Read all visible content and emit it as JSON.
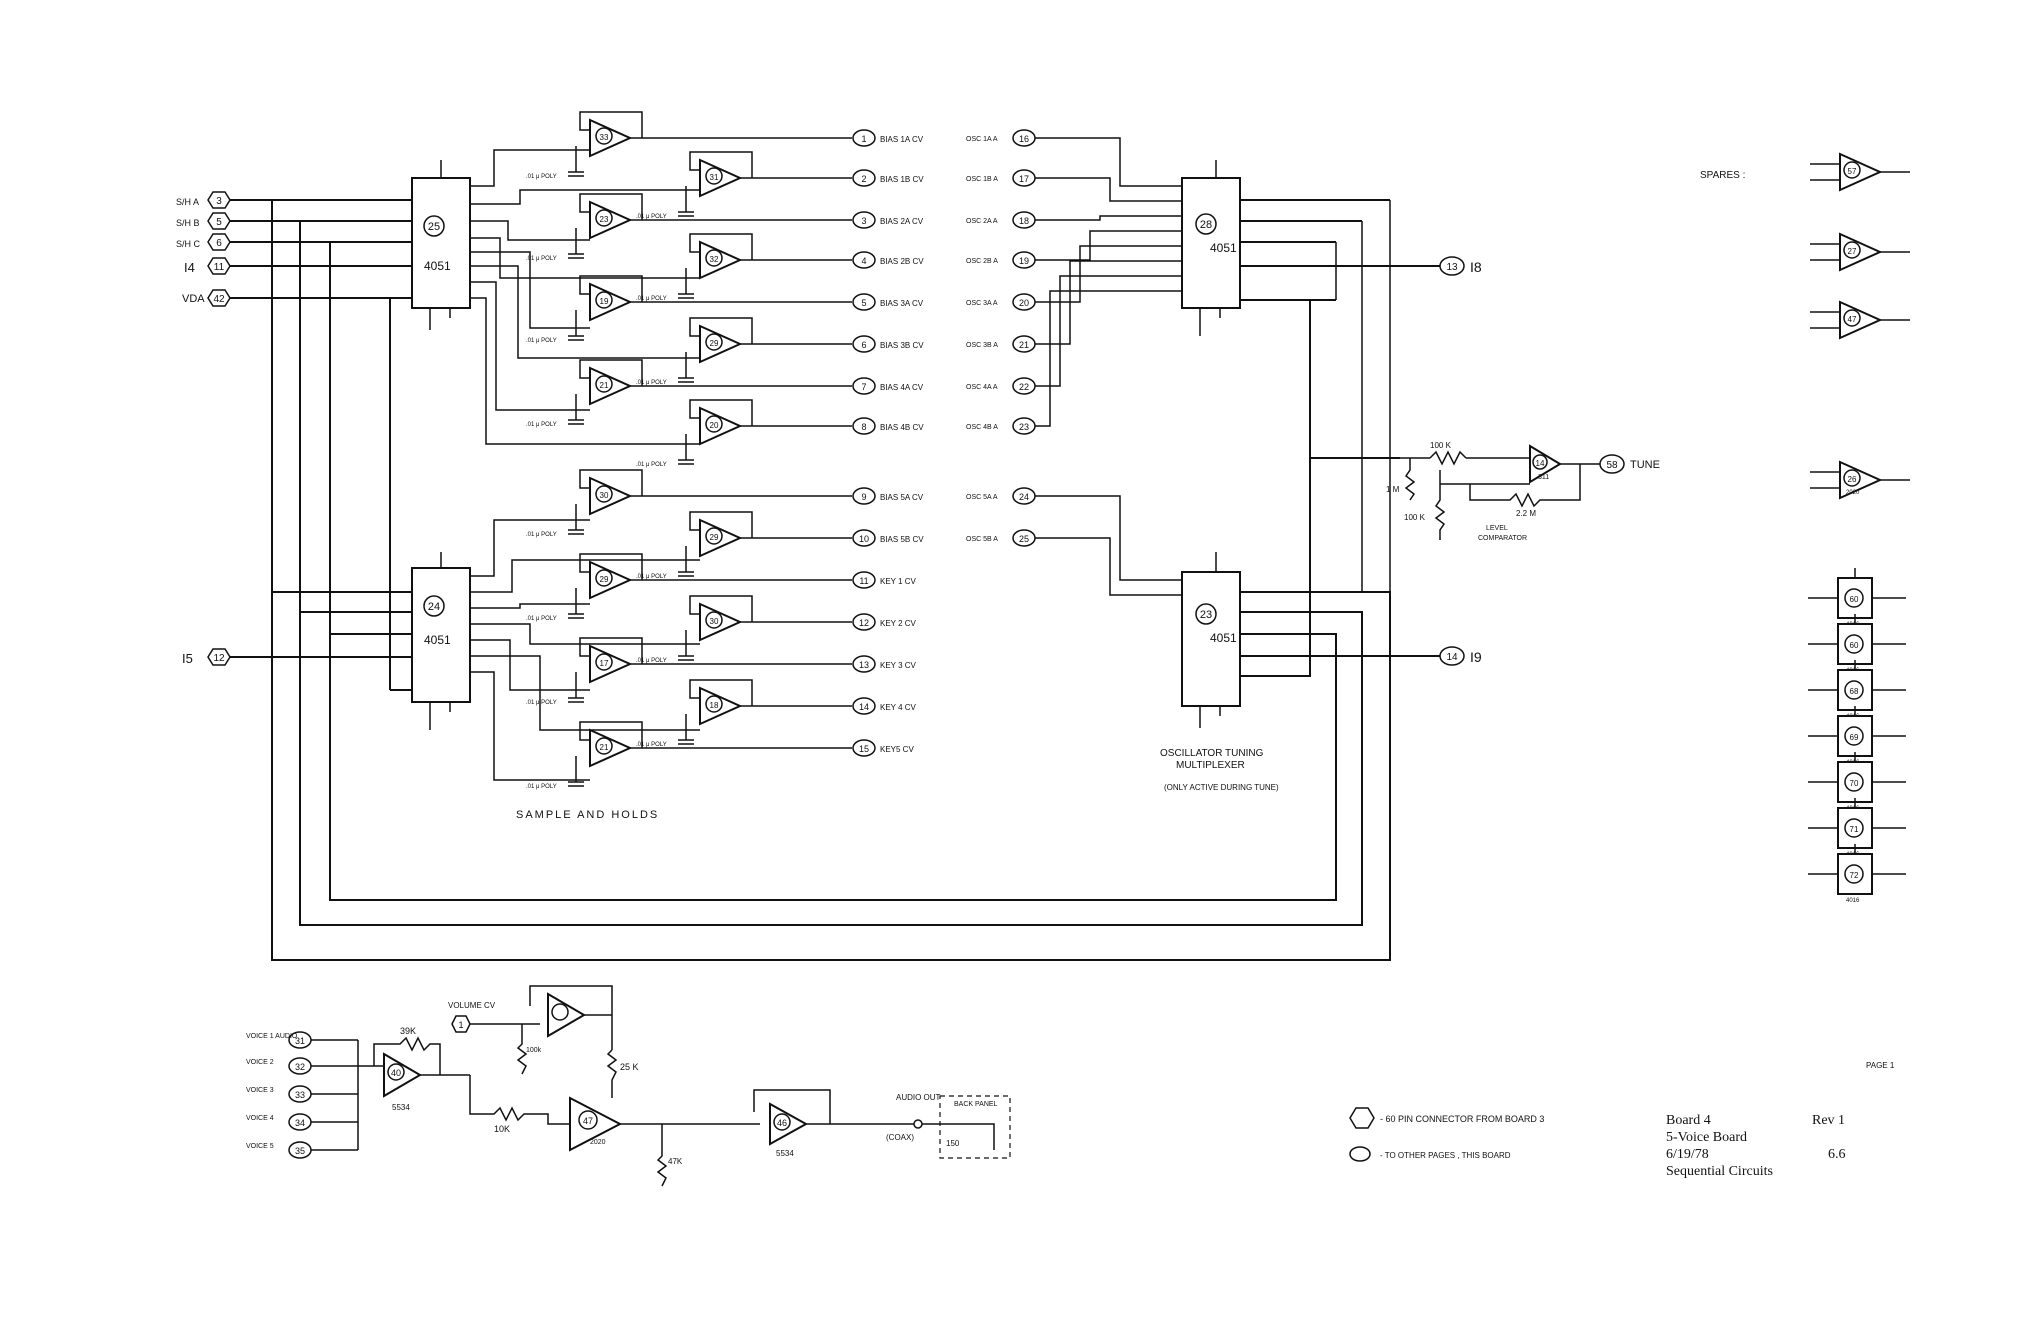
{
  "chips": {
    "mux_top": {
      "id": "25",
      "part": "4051"
    },
    "mux_bottom": {
      "id": "24",
      "part": "4051"
    },
    "osc_mux_top": {
      "id": "28",
      "part": "4051"
    },
    "osc_mux_bottom": {
      "id": "23",
      "part": "4051"
    },
    "comparator": {
      "id": "14",
      "part": "311"
    },
    "vca": {
      "id": "47",
      "part": "2020"
    },
    "mixer": {
      "id": "40",
      "part": "5534"
    },
    "buffer": {
      "id": "46",
      "part": "5534"
    }
  },
  "inputs": {
    "sha": {
      "label": "S/H A",
      "num": "3"
    },
    "shb": {
      "label": "S/H B",
      "num": "5"
    },
    "shc": {
      "label": "S/H C",
      "num": "6"
    },
    "i4": {
      "label": "I4",
      "num": "11"
    },
    "vdac": {
      "label": "VDA",
      "num": "42"
    },
    "i5": {
      "label": "I5",
      "num": "12"
    }
  },
  "sample_hold_outputs": [
    {
      "num": "1",
      "label": "BIAS 1A CV",
      "amp": "33"
    },
    {
      "num": "2",
      "label": "BIAS 1B CV",
      "amp": "31"
    },
    {
      "num": "3",
      "label": "BIAS 2A CV",
      "amp": "23"
    },
    {
      "num": "4",
      "label": "BIAS 2B CV",
      "amp": "32"
    },
    {
      "num": "5",
      "label": "BIAS 3A CV",
      "amp": "19"
    },
    {
      "num": "6",
      "label": "BIAS 3B CV",
      "amp": "29"
    },
    {
      "num": "7",
      "label": "BIAS 4A CV",
      "amp": "21"
    },
    {
      "num": "8",
      "label": "BIAS 4B CV",
      "amp": "20"
    },
    {
      "num": "9",
      "label": "BIAS 5A CV",
      "amp": "30"
    },
    {
      "num": "10",
      "label": "BIAS 5B CV",
      "amp": "29"
    },
    {
      "num": "11",
      "label": "KEY 1 CV",
      "amp": "29"
    },
    {
      "num": "12",
      "label": "KEY 2 CV",
      "amp": "30"
    },
    {
      "num": "13",
      "label": "KEY 3 CV",
      "amp": "17"
    },
    {
      "num": "14",
      "label": "KEY 4 CV",
      "amp": "18"
    },
    {
      "num": "15",
      "label": "KEY5 CV",
      "amp": "21"
    }
  ],
  "osc_inputs": [
    {
      "label": "OSC 1A A",
      "num": "16"
    },
    {
      "label": "OSC 1B A",
      "num": "17"
    },
    {
      "label": "OSC 2A A",
      "num": "18"
    },
    {
      "label": "OSC 2B A",
      "num": "19"
    },
    {
      "label": "OSC 3A A",
      "num": "20"
    },
    {
      "label": "OSC 3B A",
      "num": "21"
    },
    {
      "label": "OSC 4A A",
      "num": "22"
    },
    {
      "label": "OSC 4B A",
      "num": "23"
    },
    {
      "label": "OSC 5A A",
      "num": "24"
    },
    {
      "label": "OSC 5B A",
      "num": "25"
    }
  ],
  "osc_mux_outputs": {
    "i8": {
      "num": "13",
      "label": "I8"
    },
    "i9": {
      "num": "14",
      "label": "I9"
    }
  },
  "comparator": {
    "r_in": "100 K",
    "r_pot": "1 M",
    "r_gnd": "100 K",
    "r_fb": "2.2 M",
    "label_1": "LEVEL",
    "label_2": "COMPARATOR",
    "out_num": "58",
    "out_label": "TUNE"
  },
  "labels": {
    "sample_and_holds": "SAMPLE AND HOLDS",
    "osc_mux_title_1": "OSCILLATOR TUNING",
    "osc_mux_title_2": "MULTIPLEXER",
    "osc_mux_note": "(ONLY ACTIVE DURING TUNE)",
    "cap": ".01 μ POLY",
    "spares": "SPARES :",
    "page": "PAGE 1"
  },
  "audio": {
    "voices": [
      {
        "label": "VOICE 1 AUDIO",
        "num": "31"
      },
      {
        "label": "VOICE 2",
        "num": "32"
      },
      {
        "label": "VOICE 3",
        "num": "33"
      },
      {
        "label": "VOICE 4",
        "num": "34"
      },
      {
        "label": "VOICE 5",
        "num": "35"
      }
    ],
    "r_fb": "39K",
    "r_series": "10K",
    "r_25k": "25 K",
    "r_47k": "47K",
    "r_100k": "100k",
    "volume_cv": "VOLUME CV",
    "volume_num": "1",
    "audio_out": "AUDIO OUT",
    "coax": "(COAX)",
    "back_panel": "BACK PANEL",
    "r_150": "150"
  },
  "spares": [
    {
      "id": "57"
    },
    {
      "id": "27"
    },
    {
      "id": "47"
    },
    {
      "id": "26",
      "part": "2020"
    },
    {
      "id": "60",
      "part": "4016"
    },
    {
      "id": "60",
      "part": "4016"
    },
    {
      "id": "68",
      "part": "4016"
    },
    {
      "id": "69",
      "part": "4016"
    },
    {
      "id": "70",
      "part": "4016"
    },
    {
      "id": "71",
      "part": "4016"
    },
    {
      "id": "72",
      "part": "4016"
    }
  ],
  "legend": {
    "hex": "- 60 PIN CONNECTOR FROM BOARD 3",
    "oval": "- TO OTHER PAGES , THIS BOARD"
  },
  "title_block": {
    "board": "Board 4",
    "name": "5-Voice Board",
    "date": "6/19/78",
    "company": "Sequential Circuits",
    "rev": "Rev 1",
    "sheet": "6.6"
  }
}
